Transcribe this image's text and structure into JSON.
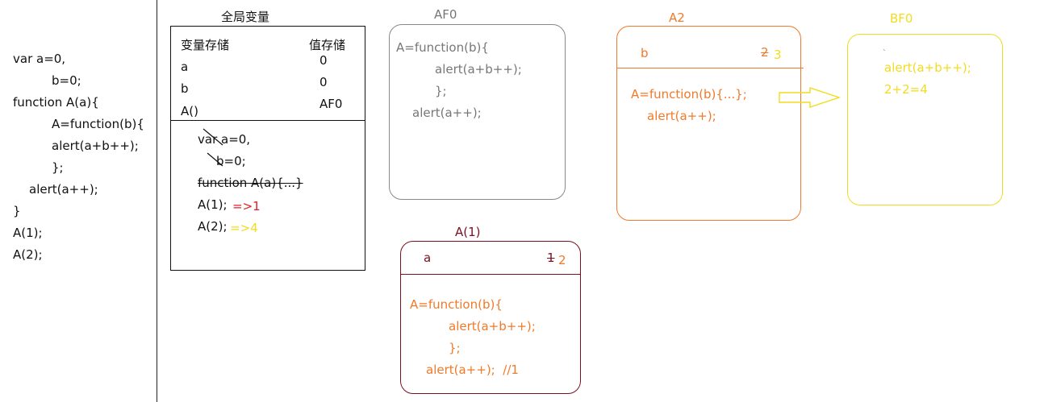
{
  "code": {
    "lines": [
      "var a=0,",
      "b=0;",
      "function A(a){",
      "A=function(b){",
      "alert(a+b++);",
      "};",
      "alert(a++);",
      "}",
      "A(1);",
      "A(2);"
    ]
  },
  "global": {
    "title": "全局变量",
    "col_var": "变量存储",
    "col_val": "值存储",
    "rows": [
      {
        "name": "a",
        "value": "0"
      },
      {
        "name": "b",
        "value": "0"
      },
      {
        "name": "A()",
        "value": "AF0"
      }
    ],
    "exec": [
      "var a=0,",
      "b=0;",
      "function A(a){...}",
      "A(1);",
      "A(2);"
    ],
    "result1": "=>1",
    "result2": "=>4"
  },
  "af0": {
    "title": "AF0",
    "lines": [
      "A=function(b){",
      "alert(a+b++);",
      "};",
      "alert(a++);"
    ]
  },
  "a1": {
    "title": "A(1)",
    "var": "a",
    "old_val": "1",
    "new_val": "2",
    "lines": [
      "A=function(b){",
      "alert(a+b++);",
      "};",
      "alert(a++);  //1"
    ]
  },
  "a2": {
    "title": "A2",
    "var": "b",
    "old_val": "2",
    "new_val": "3",
    "lines": [
      "A=function(b){...};",
      "alert(a++);"
    ]
  },
  "bf0": {
    "title": "BF0",
    "mark": "ˎ",
    "lines": [
      "alert(a+b++);",
      "2+2=4"
    ]
  },
  "colors": {
    "ink": "#111111",
    "gray_box": "#888888",
    "gray_text": "#777777",
    "orange": "#f07a2a",
    "maroon": "#7a1020",
    "yellow": "#f2dc1e",
    "red": "#e02020"
  }
}
